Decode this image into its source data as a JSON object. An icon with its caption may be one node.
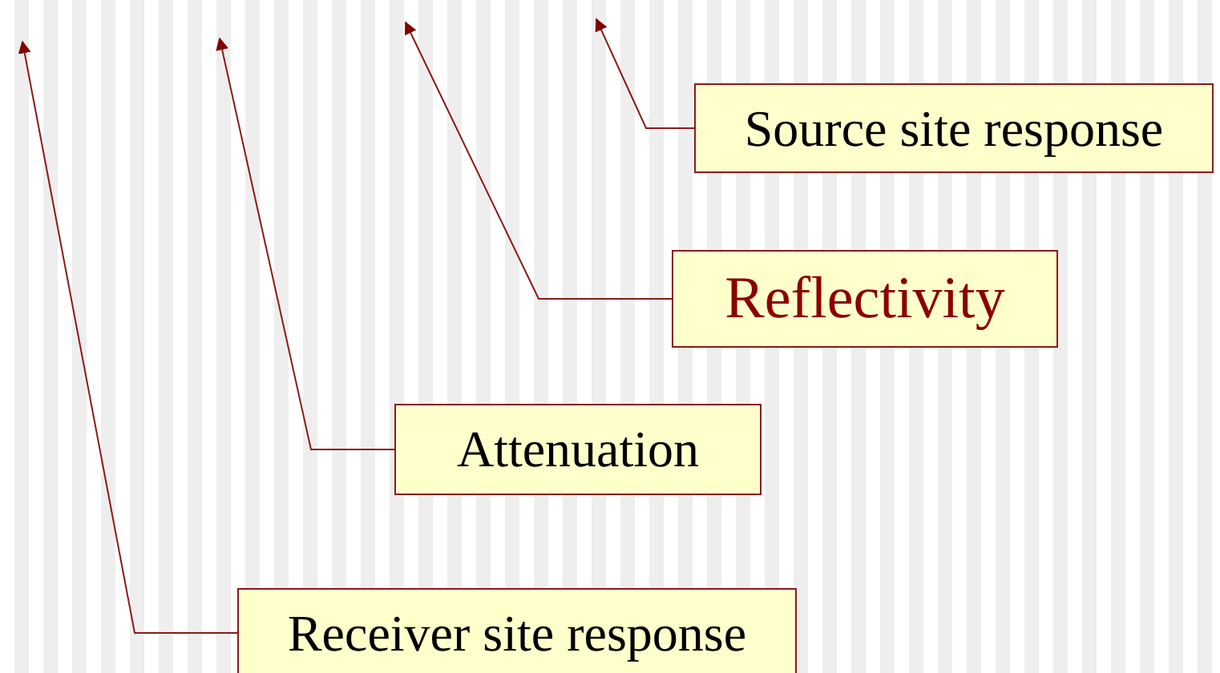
{
  "diagram": {
    "nodes": [
      {
        "text": [
          "Source site response"
        ]
      },
      {
        "text": [
          "Reflectivity"
        ]
      },
      {
        "text": [
          "Attenuation"
        ]
      },
      {
        "text": [
          "Receiver site response"
        ]
      }
    ],
    "edges": [
      {
        "from": 0,
        "to": null,
        "arrow": "to"
      },
      {
        "from": 1,
        "to": null,
        "arrow": "to"
      },
      {
        "from": 2,
        "to": null,
        "arrow": "to"
      },
      {
        "from": 3,
        "to": null,
        "arrow": "to"
      }
    ]
  }
}
